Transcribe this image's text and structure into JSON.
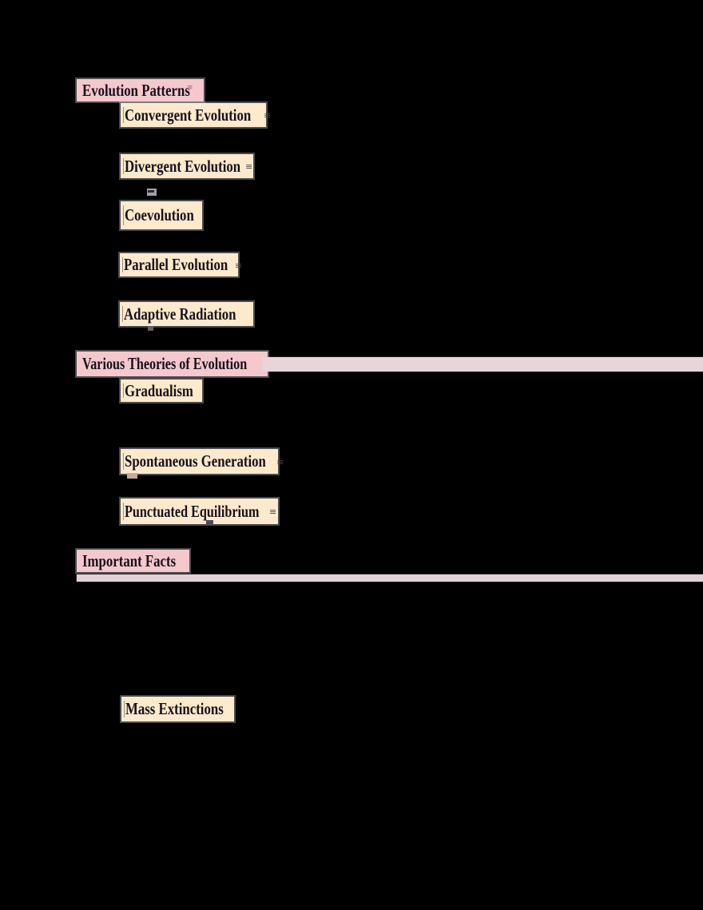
{
  "document": {
    "background_color": "#000000",
    "text_color": "#17101a",
    "heading1_highlight_color": "#f5c8ce",
    "heading2_highlight_color": "#fdeacd",
    "section_bar_color": "#e7d5d9",
    "subsection_bar_color": "#e3d1d5"
  },
  "glyphs": {
    "end_mark": "≡"
  },
  "headings": [
    {
      "level": 1,
      "label": "Evolution Patterns"
    },
    {
      "level": 2,
      "label": "Convergent Evolution"
    },
    {
      "level": 2,
      "label": "Divergent Evolution"
    },
    {
      "level": 2,
      "label": "Coevolution"
    },
    {
      "level": 2,
      "label": "Parallel Evolution"
    },
    {
      "level": 2,
      "label": "Adaptive Radiation"
    },
    {
      "level": 1,
      "label": "Various Theories of Evolution"
    },
    {
      "level": 2,
      "label": "Gradualism"
    },
    {
      "level": 2,
      "label": "Spontaneous Generation"
    },
    {
      "level": 2,
      "label": "Punctuated Equilibrium"
    },
    {
      "level": 1,
      "label": "Important Facts"
    },
    {
      "level": 2,
      "label": "Mass Extinctions"
    }
  ]
}
